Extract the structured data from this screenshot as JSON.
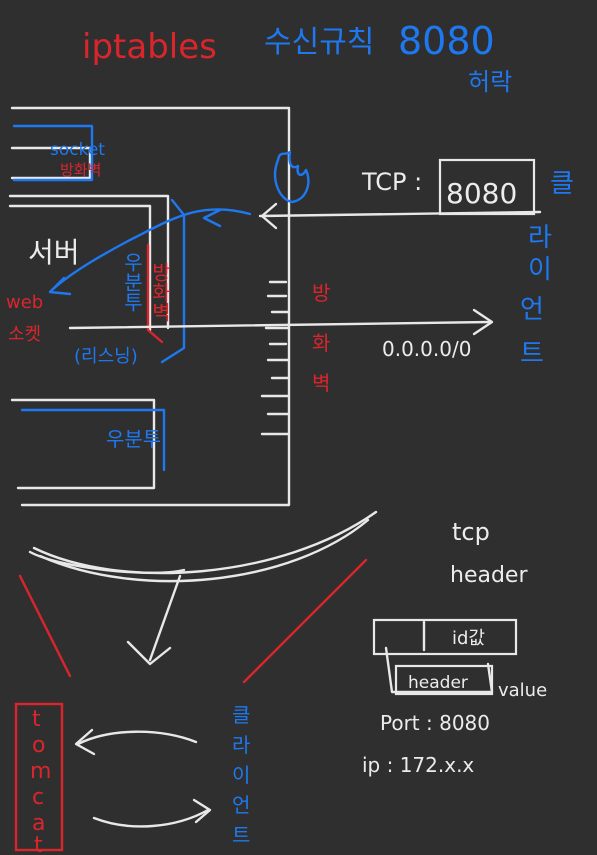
{
  "title": {
    "iptables": "iptables",
    "rule": "수신규칙",
    "port": "8080",
    "allow": "허락"
  },
  "server": {
    "label": "서버",
    "socket": "socket",
    "socket_sub": "방화벽",
    "ubuntu": "우분투",
    "firewall_inner": "방화벽",
    "listening": "(리스닝)",
    "web_socket": "web소켓",
    "ubuntu_bottom": "우분투"
  },
  "firewall_outer": "방화벽",
  "tcp_label": "TCP :",
  "tcp_port": "8080",
  "client_label": "클라이언트",
  "any_ip": "0.0.0.0/0",
  "tcp_header": {
    "title_line1": "tcp",
    "title_line2": "header",
    "id": "id값",
    "header": "header",
    "value": "value",
    "port_line": "Port : 8080",
    "ip_line": "ip : 172.x.x"
  },
  "tomcat": [
    "t",
    "o",
    "m",
    "c",
    "a",
    "t"
  ],
  "client_bottom": [
    "클",
    "라",
    "이",
    "언",
    "트"
  ],
  "colors": {
    "background": "#2f2f2f",
    "red": "#d9262c",
    "blue": "#1e78f0",
    "white": "#ececec"
  }
}
